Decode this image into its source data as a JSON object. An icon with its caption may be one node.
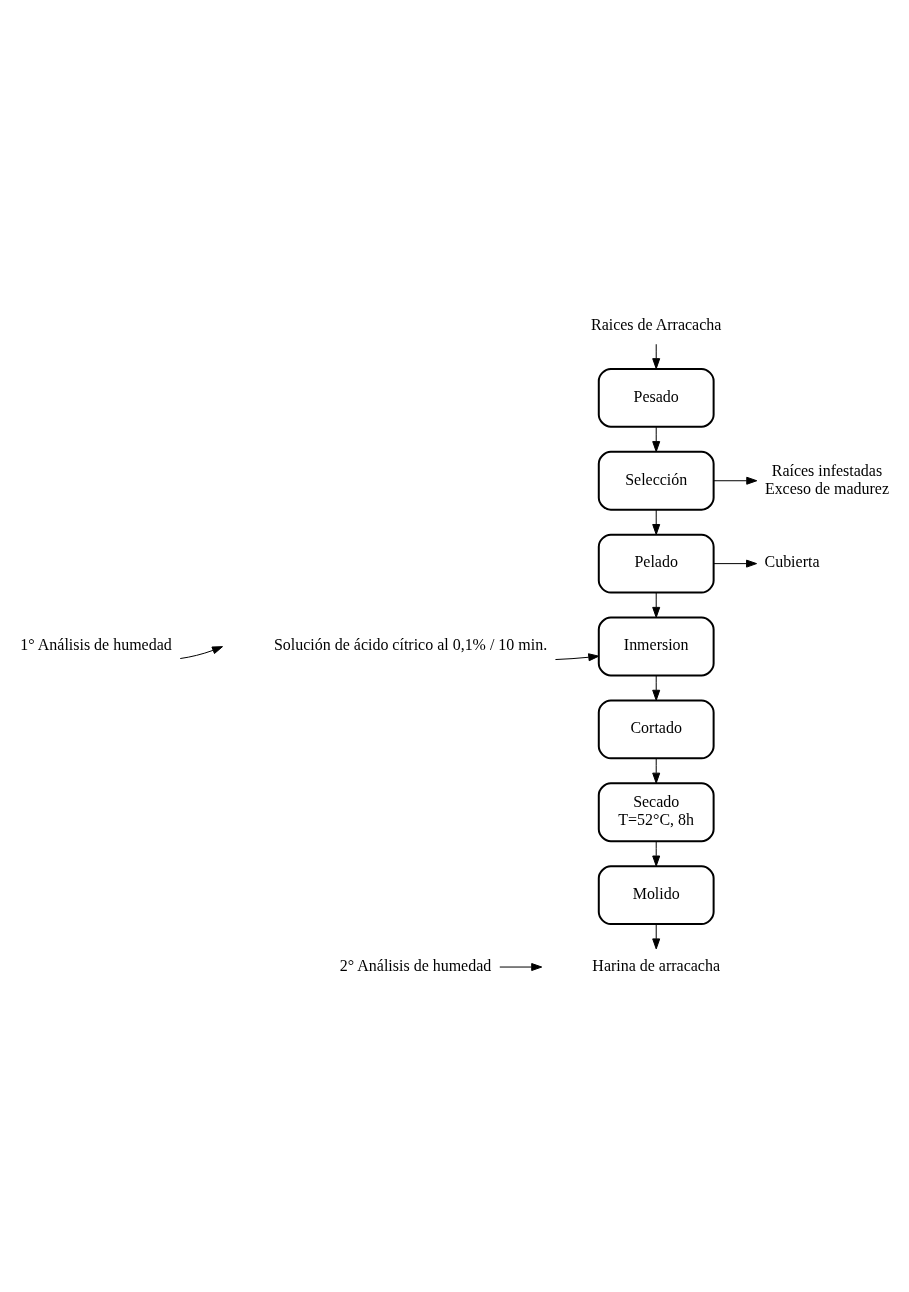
{
  "diagram": {
    "nodes": [
      {
        "text": [
          "Raices de Arracacha"
        ]
      },
      {
        "text": [
          "Pesado"
        ]
      },
      {
        "text": [
          "Selección"
        ]
      },
      {
        "text": [
          "Raíces infestadas",
          "Exceso de madurez"
        ]
      },
      {
        "text": [
          "Pelado"
        ]
      },
      {
        "text": [
          "Cubierta"
        ]
      },
      {
        "text": [
          "1° Análisis de humedad"
        ]
      },
      {
        "text": [
          "Inmersion"
        ]
      },
      {
        "text": [
          "Solución de ácido cítrico al 0,1% / 10 min."
        ]
      },
      {
        "text": [
          "Cortado"
        ]
      },
      {
        "text": [
          "Secado",
          "T=52°C, 8h"
        ]
      },
      {
        "text": [
          "Molido"
        ]
      },
      {
        "text": [
          "2° Análisis de humedad"
        ]
      },
      {
        "text": [
          "Harina de arracacha"
        ]
      }
    ],
    "edges": [
      {
        "from": 0,
        "to": 1,
        "arrow": "to"
      },
      {
        "from": 1,
        "to": 2,
        "arrow": "to"
      },
      {
        "from": 2,
        "to": 3,
        "arrow": "to"
      },
      {
        "from": 2,
        "to": 4,
        "arrow": "to"
      },
      {
        "from": 4,
        "to": 5,
        "arrow": "to"
      },
      {
        "from": 6,
        "to": null,
        "arrow": "to"
      },
      {
        "from": 8,
        "to": 7,
        "arrow": "to"
      },
      {
        "from": 4,
        "to": 7,
        "arrow": "to"
      },
      {
        "from": 7,
        "to": 9,
        "arrow": "to"
      },
      {
        "from": 9,
        "to": 10,
        "arrow": "to"
      },
      {
        "from": 10,
        "to": 11,
        "arrow": "to"
      },
      {
        "from": 12,
        "to": null,
        "arrow": "to"
      },
      {
        "from": 11,
        "to": 13,
        "arrow": "to"
      }
    ]
  }
}
